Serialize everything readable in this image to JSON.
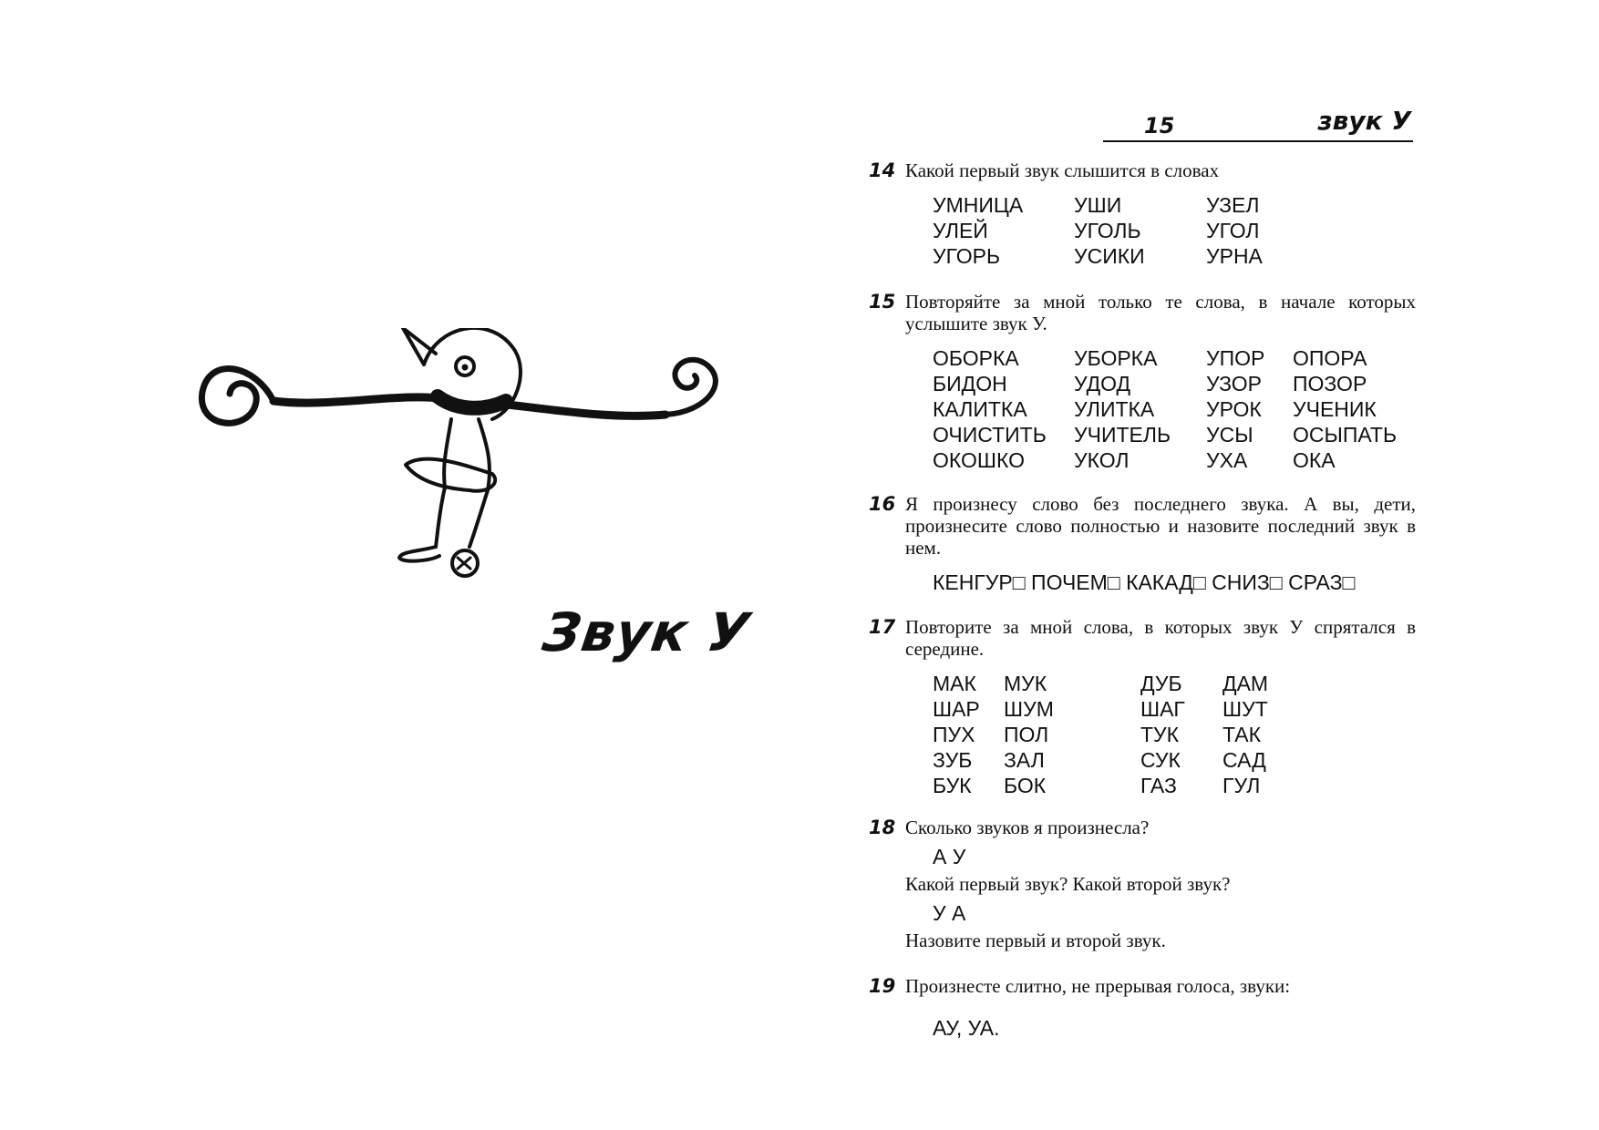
{
  "header": {
    "page_number": "15",
    "running_title": "звук У"
  },
  "left_page": {
    "title": "Звук У",
    "illustration_icon": "cartoon-boy-with-long-curled-mustache"
  },
  "exercises": [
    {
      "number": "14",
      "prompt": "Какой первый звук слышится в словах",
      "words": [
        "УМНИЦА",
        "УШИ",
        "УЗЕЛ",
        "УЛЕЙ",
        "УГОЛЬ",
        "УГОЛ",
        "УГОРЬ",
        "УСИКИ",
        "УРНА"
      ]
    },
    {
      "number": "15",
      "prompt": "Повторяйте за мной только те слова, в начале которых услышите звук У.",
      "words": [
        "ОБОРКА",
        "УБОРКА",
        "УПОР",
        "ОПОРА",
        "БИДОН",
        "УДОД",
        "УЗОР",
        "ПОЗОР",
        "КАЛИТКА",
        "УЛИТКА",
        "УРОК",
        "УЧЕНИК",
        "ОЧИСТИТЬ",
        "УЧИТЕЛЬ",
        "УСЫ",
        "ОСЫПАТЬ",
        "ОКОШКО",
        "УКОЛ",
        "УХА",
        "ОКА"
      ]
    },
    {
      "number": "16",
      "prompt": "Я произнесу слово без последнего звука. А вы, дети, произнесите слово полностью и назовите последний звук в нем.",
      "line": "КЕНГУР□ ПОЧЕМ□ КАКАД□ СНИЗ□ СРАЗ□"
    },
    {
      "number": "17",
      "prompt": "Повторите за мной слова, в которых звук У спрятался в середине.",
      "words": [
        "МАК",
        "МУК",
        "ДУБ",
        "ДАМ",
        "ШАР",
        "ШУМ",
        "ШАГ",
        "ШУТ",
        "ПУХ",
        "ПОЛ",
        "ТУК",
        "ТАК",
        "ЗУБ",
        "ЗАЛ",
        "СУК",
        "САД",
        "БУК",
        "БОК",
        "ГАЗ",
        "ГУЛ"
      ]
    },
    {
      "number": "18",
      "prompt": "Сколько звуков я произнесла?",
      "sounds_1": "А У",
      "question_2": "Какой первый звук? Какой второй звук?",
      "sounds_2": "У А",
      "question_3": "Назовите первый и второй звук."
    },
    {
      "number": "19",
      "prompt": "Произнесте слитно, не прерывая голоса, звуки:",
      "line": "АУ, УА."
    }
  ]
}
